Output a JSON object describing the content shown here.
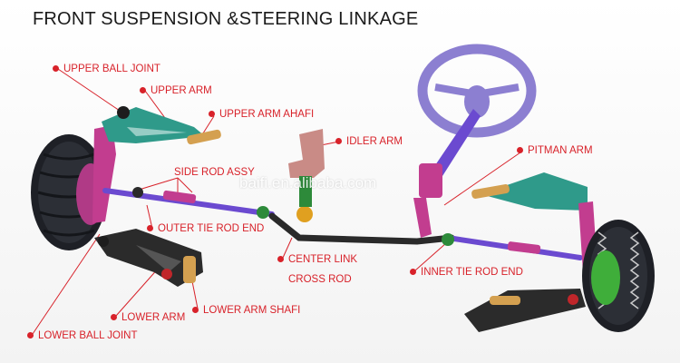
{
  "title": "FRONT SUSPENSION &STEERING LINKAGE",
  "watermark": "baifi.en.alibaba.com",
  "colors": {
    "label": "#d8222a",
    "wheel_hub": "#c23d8f",
    "steering_wheel": "#8c7fd1",
    "upper_arm": "#2f9a8a",
    "lower_arm": "#2b2b2b",
    "idler_arm": "#c98b86",
    "shaft": "#d4a050"
  },
  "labels": {
    "upper_ball_joint": "UPPER  BALL JOINT",
    "upper_arm": "UPPER ARM",
    "upper_arm_shaft": "UPPER ARM AHAFI",
    "idler_arm": "IDLER ARM",
    "side_rod_assy": "SIDE ROD ASSY",
    "pitman_arm": "PITMAN ARM",
    "outer_tie_rod_end": "OUTER TIE ROD END",
    "center_link": "CENTER LINK",
    "cross_rod": "CROSS ROD",
    "inner_tie_rod_end": "INNER TIE ROD END",
    "lower_arm": "LOWER ARM",
    "lower_arm_shaft": "LOWER ARM SHAFI",
    "lower_ball_joint": "LOWER BALL JOINT"
  }
}
